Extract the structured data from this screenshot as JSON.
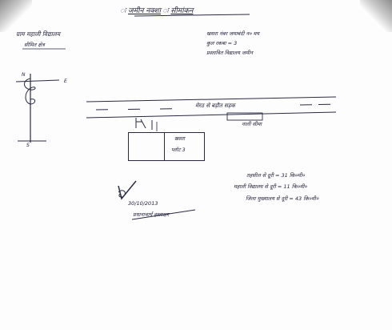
{
  "document": {
    "title_prefix": "ः",
    "title_main": "जमीन नक्शा",
    "title_separator": "ः",
    "title_sub": "सीमांकन",
    "header_left_line1": "ग्राम महाली विद्यालय",
    "header_left_line2": "सीमित क्षेत्र",
    "header_right_line1": "खसरा नंबर जमाबंदी न० मय",
    "header_right_line2": "कुल रकबा = 3",
    "header_right_line3": "प्रस्तावित विद्यालय जमीन",
    "compass_north": "N",
    "compass_east": "E",
    "compass_south": "S",
    "road_label": "मेरठ से बड़ौत सड़क",
    "drain_label": "नाली सीमा",
    "plot_label_1": "खसरा",
    "plot_label_2": "प्लॉट 3",
    "distance_1": "तहसील से दूरी = 31 कि०मी०",
    "distance_2": "महाली विद्यालय से दूरी = 11 कि०मी०",
    "distance_3": "जिला मुख्यालय से दूरी = 43 कि०मी०",
    "signature_date": "30/10/2013",
    "signature_name": "प्रधानाचार्य हस्ताक्षर"
  },
  "colors": {
    "ink": "#22223a",
    "paper": "#fdfdfd"
  }
}
